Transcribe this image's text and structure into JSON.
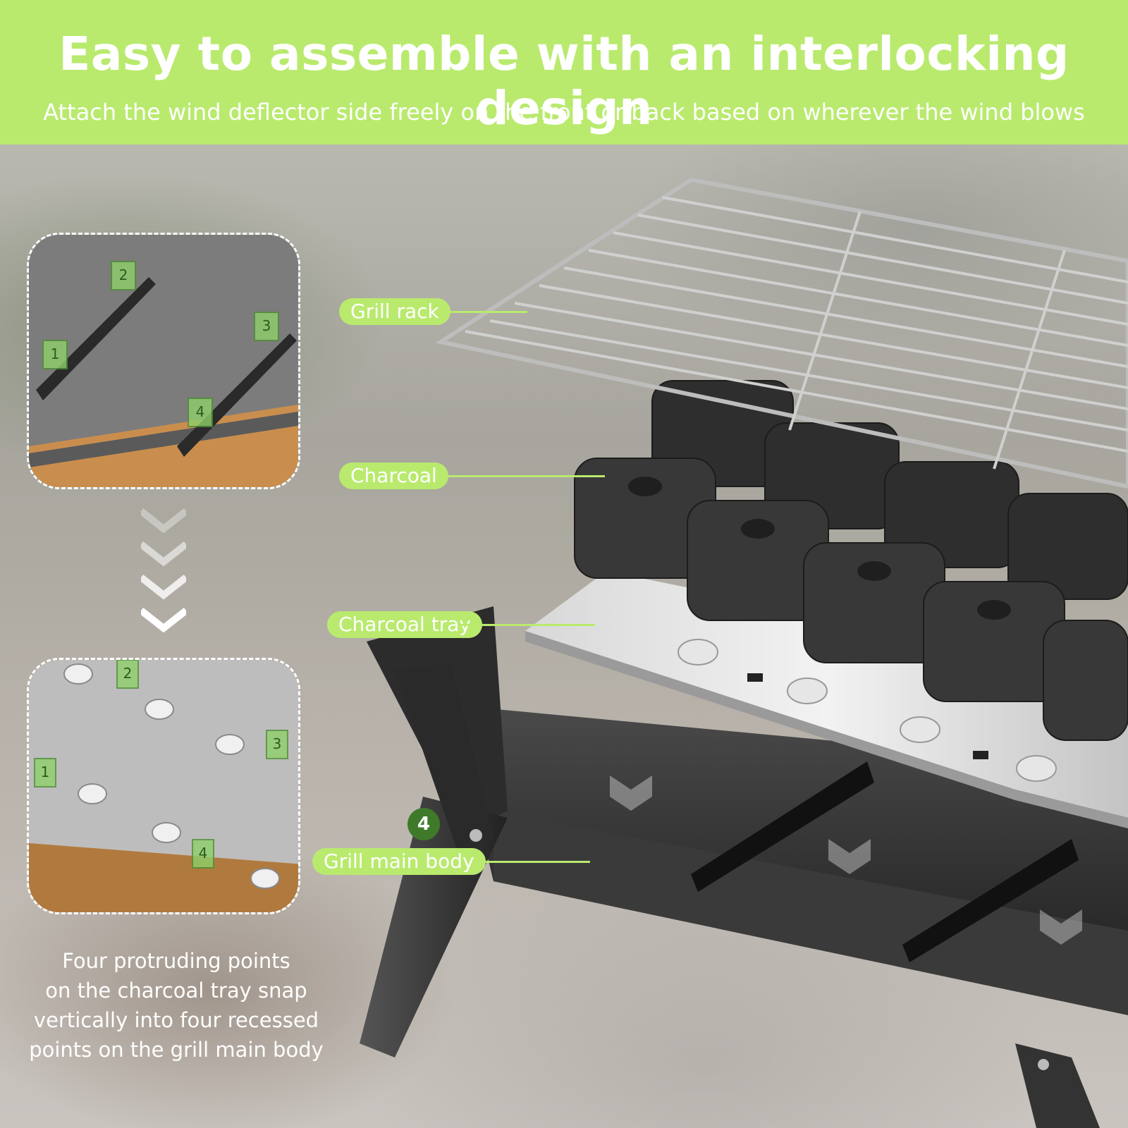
{
  "header": {
    "title": "Easy to assemble with an interlocking design",
    "subtitle": "Attach the wind deflector side freely on the front or back based on wherever the wind blows"
  },
  "callouts": [
    {
      "label": "Grill rack"
    },
    {
      "label": "Charcoal"
    },
    {
      "label": "Charcoal tray"
    },
    {
      "label": "Grill main body"
    }
  ],
  "detail_top": {
    "markers": [
      "2",
      "1",
      "3",
      "4"
    ]
  },
  "detail_bottom": {
    "markers": [
      "2",
      "3",
      "1",
      "4"
    ]
  },
  "step_badge": "4",
  "caption": {
    "lines": [
      "Four protruding points",
      "on the charcoal tray snap",
      "vertically into four recessed",
      "points on the grill main body"
    ]
  },
  "colors": {
    "accent": "#b9ea6e",
    "badge": "#3e7a2a",
    "text_on_accent": "#ffffff"
  }
}
